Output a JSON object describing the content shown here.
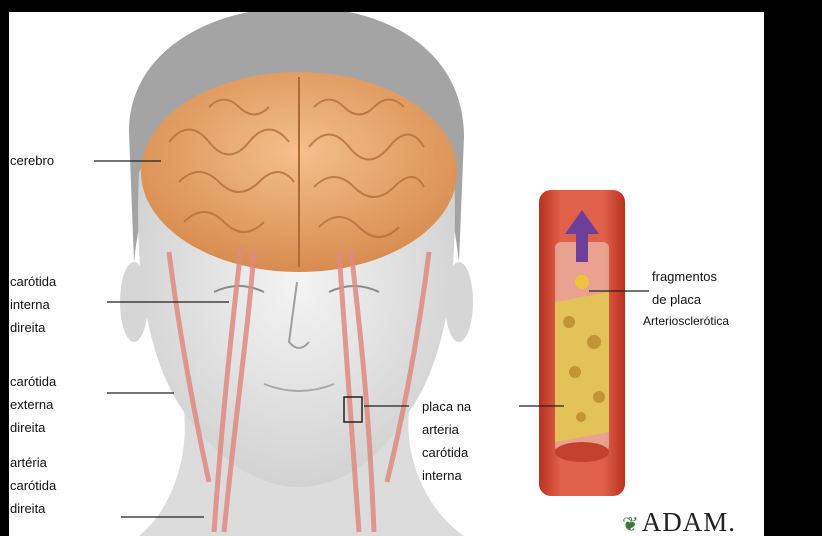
{
  "labels": {
    "cerebro": "cerebro",
    "carotida_interna_direita": "carótida\ninterna\ndireita",
    "carotida_externa_direita": "carótida\nexterna\ndireita",
    "arteria_carotida_direita": "artéria\ncarótida\ndireita",
    "placa_arteria": "placa na\narteria\ncarótida\ninterna",
    "fragmentos_line1": "fragmentos",
    "fragmentos_line2": "de placa",
    "fragmentos_line3": "Arteriosclerótica"
  },
  "logo": {
    "text": "ADAM."
  },
  "colors": {
    "brain": "#e7a56a",
    "skin": "#ececec",
    "hair": "#9a9a9a",
    "artery": "#d94b35",
    "plaque": "#e4c25a",
    "arrow": "#6b3f9a"
  }
}
